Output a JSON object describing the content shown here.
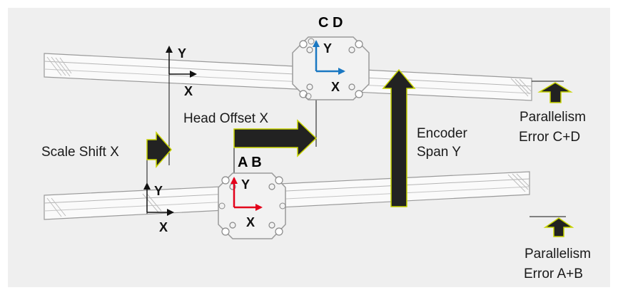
{
  "labels": {
    "scale_shift": "Scale Shift X",
    "head_offset": "Head Offset X",
    "encoder_span_1": "Encoder",
    "encoder_span_2": "Span Y",
    "parallelism_cd_1": "Parallelism",
    "parallelism_cd_2": "Error C+D",
    "parallelism_ab_1": "Parallelism",
    "parallelism_ab_2": "Error A+B"
  },
  "heads": {
    "top": {
      "pair": "C D",
      "x_axis": "X",
      "y_axis": "Y"
    },
    "bottom": {
      "pair": "A B",
      "x_axis": "X",
      "y_axis": "Y"
    }
  },
  "scales": {
    "top": {
      "x_axis": "X",
      "y_axis": "Y"
    },
    "bottom": {
      "x_axis": "X",
      "y_axis": "Y"
    }
  },
  "colors": {
    "background": "#efefef",
    "arrow_fill": "#222222",
    "arrow_outline": "#c8d400",
    "head_cd_axis": "#1a78c2",
    "head_ab_axis": "#e3001b",
    "scale_axis": "#111111"
  }
}
